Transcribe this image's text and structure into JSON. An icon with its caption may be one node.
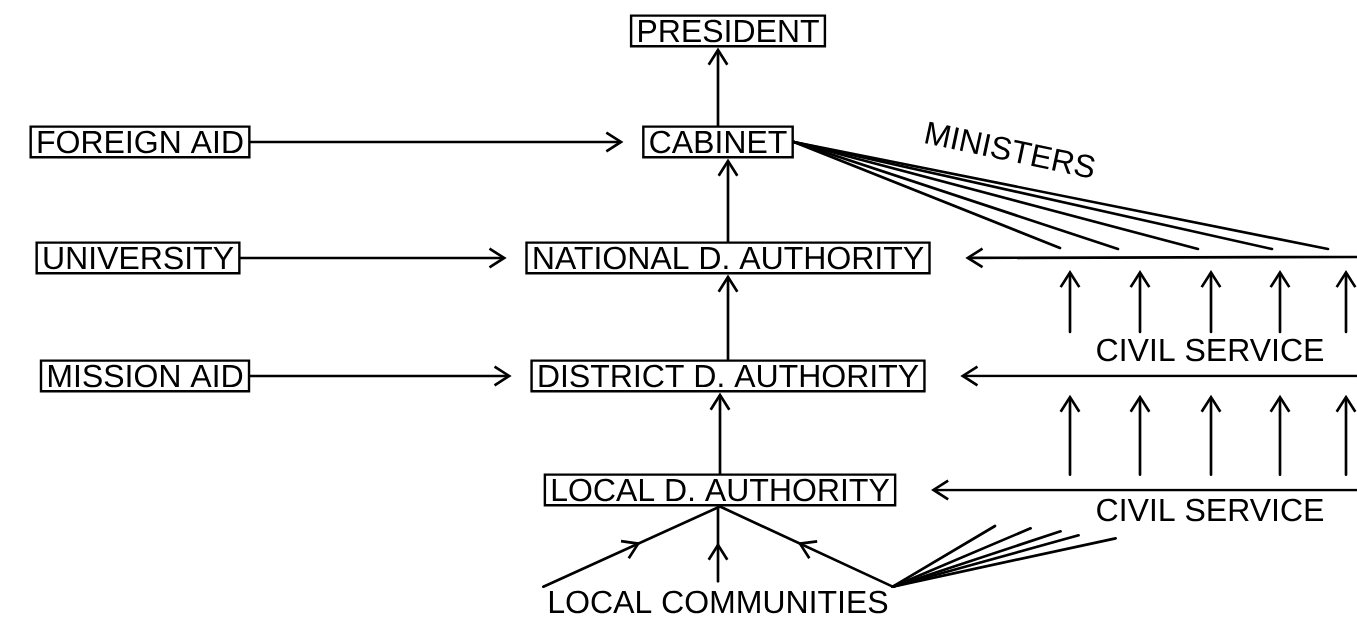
{
  "diagram": {
    "nodes": [
      {
        "text": [
          "PRESIDENT"
        ]
      },
      {
        "text": [
          "FOREIGN AID"
        ]
      },
      {
        "text": [
          "CABINET"
        ]
      },
      {
        "text": [
          "UNIVERSITY"
        ]
      },
      {
        "text": [
          "NATIONAL D. AUTHORITY"
        ]
      },
      {
        "text": [
          "MISSION AID"
        ]
      },
      {
        "text": [
          "DISTRICT D. AUTHORITY"
        ]
      },
      {
        "text": [
          "LOCAL D. AUTHORITY"
        ]
      },
      {
        "text": [
          "LOCAL COMMUNITIES"
        ]
      },
      {
        "text": [
          "CIVIL SERVICE"
        ]
      },
      {
        "text": [
          "CIVIL SERVICE"
        ]
      }
    ],
    "edges": [
      {
        "from": 2,
        "to": 0,
        "arrow": "to"
      },
      {
        "from": 1,
        "to": 2,
        "arrow": "to"
      },
      {
        "from": 4,
        "to": 2,
        "arrow": "to"
      },
      {
        "from": 3,
        "to": 4,
        "arrow": "to"
      },
      {
        "from": 6,
        "to": 4,
        "arrow": "to"
      },
      {
        "from": null,
        "to": 4,
        "arrow": "to"
      },
      {
        "from": 5,
        "to": 6,
        "arrow": "to"
      },
      {
        "from": null,
        "to": 6,
        "arrow": "to"
      },
      {
        "from": 7,
        "to": 6,
        "arrow": "to"
      },
      {
        "from": null,
        "to": 7,
        "arrow": "to"
      },
      {
        "from": 8,
        "to": 7,
        "arrow": "to"
      },
      {
        "from": 8,
        "to": 7,
        "arrow": "to"
      },
      {
        "from": 8,
        "to": 7,
        "arrow": "to"
      },
      {
        "from": 2,
        "to": null,
        "arrow": "none"
      },
      {
        "from": 2,
        "to": null,
        "arrow": "none"
      },
      {
        "from": 2,
        "to": null,
        "arrow": "none"
      },
      {
        "from": 2,
        "to": null,
        "arrow": "none"
      },
      {
        "from": 2,
        "to": null,
        "arrow": "none"
      },
      {
        "from": 9,
        "to": null,
        "arrow": "to"
      },
      {
        "from": 9,
        "to": null,
        "arrow": "to"
      },
      {
        "from": 9,
        "to": null,
        "arrow": "to"
      },
      {
        "from": 9,
        "to": null,
        "arrow": "to"
      },
      {
        "from": 9,
        "to": null,
        "arrow": "to"
      },
      {
        "from": 10,
        "to": 9,
        "arrow": "to"
      },
      {
        "from": 10,
        "to": 9,
        "arrow": "to"
      },
      {
        "from": 10,
        "to": 9,
        "arrow": "to"
      },
      {
        "from": 10,
        "to": 9,
        "arrow": "to"
      },
      {
        "from": 10,
        "to": 9,
        "arrow": "to"
      },
      {
        "from": null,
        "to": 8,
        "arrow": "none"
      },
      {
        "from": 10,
        "to": 8,
        "arrow": "none"
      },
      {
        "from": 10,
        "to": 8,
        "arrow": "none"
      },
      {
        "from": 10,
        "to": 8,
        "arrow": "none"
      },
      {
        "from": 10,
        "to": 8,
        "arrow": "none"
      }
    ],
    "labels": [
      "MINISTERS"
    ]
  }
}
